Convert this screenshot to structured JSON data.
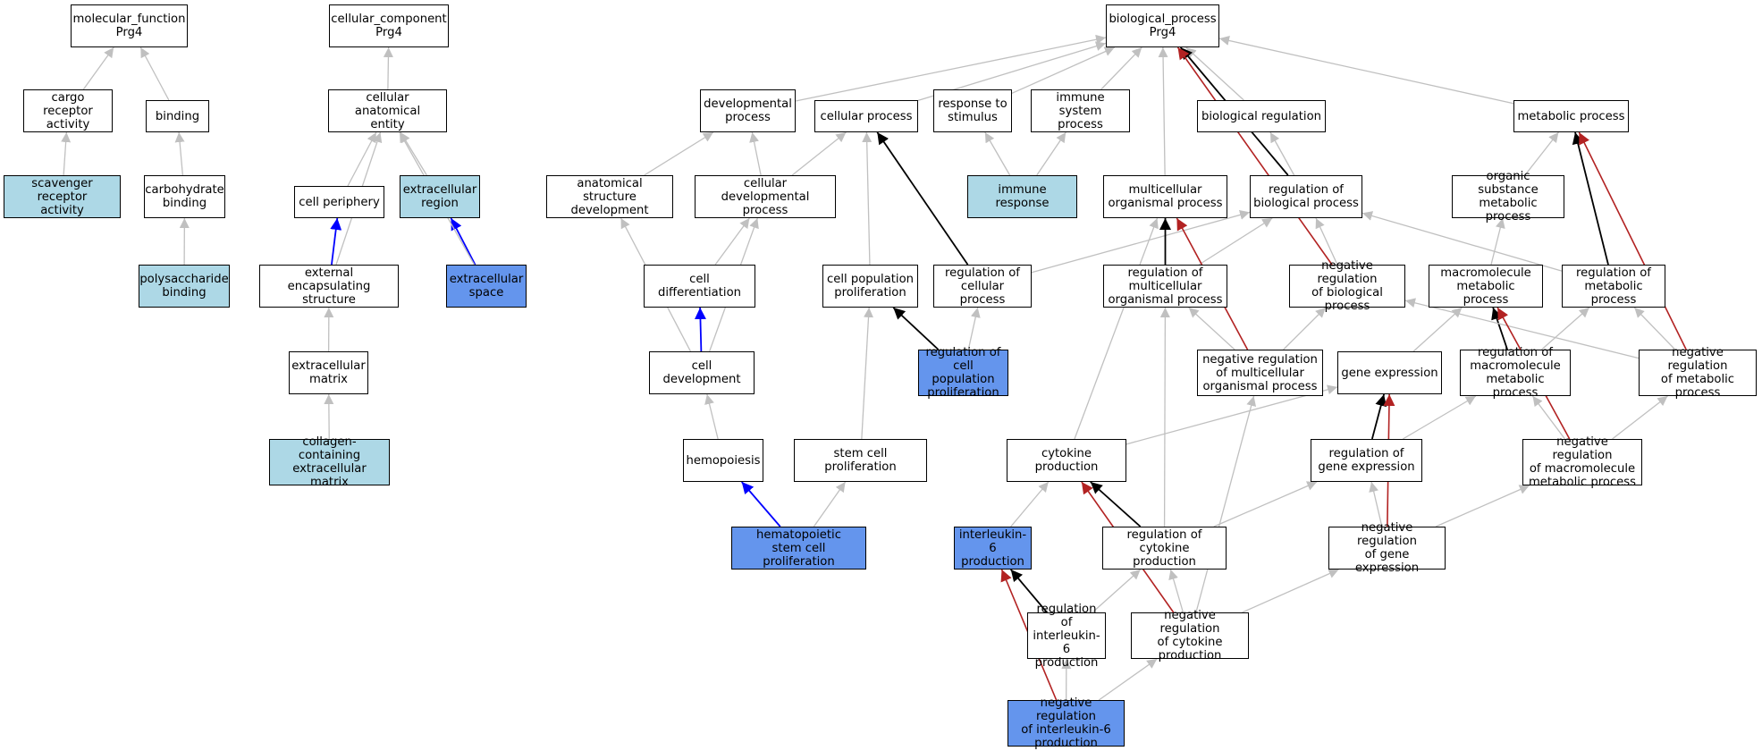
{
  "colors": {
    "fill_light": "#add8e6",
    "fill_highlight": "#6495ed",
    "fill_default": "#ffffff",
    "edge_is_a": "#c0c0c0",
    "edge_regulates": "#000000",
    "edge_negatively_regulates": "#b22222",
    "edge_part_of": "#0000ff"
  },
  "nodes": [
    {
      "id": "mf",
      "label": "molecular_function\nPrg4",
      "fill": "white"
    },
    {
      "id": "cargo",
      "label": "cargo receptor\nactivity",
      "fill": "white"
    },
    {
      "id": "binding",
      "label": "binding",
      "fill": "white"
    },
    {
      "id": "scav",
      "label": "scavenger receptor\nactivity",
      "fill": "light"
    },
    {
      "id": "carb",
      "label": "carbohydrate\nbinding",
      "fill": "white"
    },
    {
      "id": "polysac",
      "label": "polysaccharide\nbinding",
      "fill": "light"
    },
    {
      "id": "cc",
      "label": "cellular_component\nPrg4",
      "fill": "white"
    },
    {
      "id": "cae",
      "label": "cellular anatomical\nentity",
      "fill": "white"
    },
    {
      "id": "cperiph",
      "label": "cell periphery",
      "fill": "white"
    },
    {
      "id": "exreg",
      "label": "extracellular\nregion",
      "fill": "light"
    },
    {
      "id": "extenc",
      "label": "external encapsulating\nstructure",
      "fill": "white"
    },
    {
      "id": "exspace",
      "label": "extracellular\nspace",
      "fill": "blue"
    },
    {
      "id": "ecm",
      "label": "extracellular\nmatrix",
      "fill": "white"
    },
    {
      "id": "colecm",
      "label": "collagen-containing\nextracellular\nmatrix",
      "fill": "light"
    },
    {
      "id": "bp",
      "label": "biological_process\nPrg4",
      "fill": "white"
    },
    {
      "id": "devproc",
      "label": "developmental\nprocess",
      "fill": "white"
    },
    {
      "id": "cellproc",
      "label": "cellular process",
      "fill": "white"
    },
    {
      "id": "respstim",
      "label": "response to\nstimulus",
      "fill": "white"
    },
    {
      "id": "immsys",
      "label": "immune system\nprocess",
      "fill": "white"
    },
    {
      "id": "bioreg",
      "label": "biological regulation",
      "fill": "white"
    },
    {
      "id": "metproc",
      "label": "metabolic process",
      "fill": "white"
    },
    {
      "id": "anatdev",
      "label": "anatomical structure\ndevelopment",
      "fill": "white"
    },
    {
      "id": "celldevproc",
      "label": "cellular developmental\nprocess",
      "fill": "white"
    },
    {
      "id": "immresp",
      "label": "immune response",
      "fill": "light"
    },
    {
      "id": "multiorg",
      "label": "multicellular\norganismal process",
      "fill": "white"
    },
    {
      "id": "regbio",
      "label": "regulation of\nbiological process",
      "fill": "white"
    },
    {
      "id": "orgsub",
      "label": "organic substance\nmetabolic process",
      "fill": "white"
    },
    {
      "id": "celldiff",
      "label": "cell differentiation",
      "fill": "white"
    },
    {
      "id": "cellpopprol",
      "label": "cell population\nproliferation",
      "fill": "white"
    },
    {
      "id": "regcellproc",
      "label": "regulation of\ncellular process",
      "fill": "white"
    },
    {
      "id": "regmulti",
      "label": "regulation of\nmulticellular\norganismal process",
      "fill": "white"
    },
    {
      "id": "negregbio",
      "label": "negative regulation\nof biological\nprocess",
      "fill": "white"
    },
    {
      "id": "macromet",
      "label": "macromolecule\nmetabolic process",
      "fill": "white"
    },
    {
      "id": "regmet",
      "label": "regulation of\nmetabolic process",
      "fill": "white"
    },
    {
      "id": "celldev",
      "label": "cell development",
      "fill": "white"
    },
    {
      "id": "regcellpop",
      "label": "regulation of\ncell population\nproliferation",
      "fill": "blue"
    },
    {
      "id": "negregmulti",
      "label": "negative regulation\nof multicellular\norganismal process",
      "fill": "white"
    },
    {
      "id": "geneexp",
      "label": "gene expression",
      "fill": "white"
    },
    {
      "id": "regmacro",
      "label": "regulation of\nmacromolecule\nmetabolic process",
      "fill": "white"
    },
    {
      "id": "negregmet",
      "label": "negative regulation\nof metabolic\nprocess",
      "fill": "white"
    },
    {
      "id": "hemopoiesis",
      "label": "hemopoiesis",
      "fill": "white"
    },
    {
      "id": "stemprol",
      "label": "stem cell proliferation",
      "fill": "white"
    },
    {
      "id": "cytoprod",
      "label": "cytokine production",
      "fill": "white"
    },
    {
      "id": "reggene",
      "label": "regulation of\ngene expression",
      "fill": "white"
    },
    {
      "id": "negregmacro",
      "label": "negative regulation\nof macromolecule\nmetabolic process",
      "fill": "white"
    },
    {
      "id": "hemstem",
      "label": "hematopoietic\nstem cell proliferation",
      "fill": "blue"
    },
    {
      "id": "il6prod",
      "label": "interleukin-6\nproduction",
      "fill": "blue"
    },
    {
      "id": "regcyto",
      "label": "regulation of\ncytokine production",
      "fill": "white"
    },
    {
      "id": "negreggene",
      "label": "negative regulation\nof gene expression",
      "fill": "white"
    },
    {
      "id": "regil6",
      "label": "regulation of\ninterleukin-6\nproduction",
      "fill": "white"
    },
    {
      "id": "negregcyto",
      "label": "negative regulation\nof cytokine\nproduction",
      "fill": "white"
    },
    {
      "id": "negregil6",
      "label": "negative regulation\nof interleukin-6\nproduction",
      "fill": "blue"
    }
  ],
  "edges": [
    {
      "from": "cargo",
      "to": "mf",
      "type": "is_a"
    },
    {
      "from": "binding",
      "to": "mf",
      "type": "is_a"
    },
    {
      "from": "scav",
      "to": "cargo",
      "type": "is_a"
    },
    {
      "from": "carb",
      "to": "binding",
      "type": "is_a"
    },
    {
      "from": "polysac",
      "to": "carb",
      "type": "is_a"
    },
    {
      "from": "cae",
      "to": "cc",
      "type": "is_a"
    },
    {
      "from": "cperiph",
      "to": "cae",
      "type": "is_a"
    },
    {
      "from": "exreg",
      "to": "cae",
      "type": "is_a"
    },
    {
      "from": "extenc",
      "to": "cae",
      "type": "is_a"
    },
    {
      "from": "extenc",
      "to": "cperiph",
      "type": "part_of"
    },
    {
      "from": "exspace",
      "to": "exreg",
      "type": "part_of"
    },
    {
      "from": "exspace",
      "to": "cae",
      "type": "is_a"
    },
    {
      "from": "ecm",
      "to": "extenc",
      "type": "is_a"
    },
    {
      "from": "colecm",
      "to": "ecm",
      "type": "is_a"
    },
    {
      "from": "devproc",
      "to": "bp",
      "type": "is_a"
    },
    {
      "from": "cellproc",
      "to": "bp",
      "type": "is_a"
    },
    {
      "from": "respstim",
      "to": "bp",
      "type": "is_a"
    },
    {
      "from": "immsys",
      "to": "bp",
      "type": "is_a"
    },
    {
      "from": "bioreg",
      "to": "bp",
      "type": "is_a"
    },
    {
      "from": "metproc",
      "to": "bp",
      "type": "is_a"
    },
    {
      "from": "multiorg",
      "to": "bp",
      "type": "is_a"
    },
    {
      "from": "regbio",
      "to": "bp",
      "type": "regulates"
    },
    {
      "from": "negregbio",
      "to": "bp",
      "type": "negatively_regulates"
    },
    {
      "from": "anatdev",
      "to": "devproc",
      "type": "is_a"
    },
    {
      "from": "celldevproc",
      "to": "devproc",
      "type": "is_a"
    },
    {
      "from": "celldevproc",
      "to": "cellproc",
      "type": "is_a"
    },
    {
      "from": "immresp",
      "to": "respstim",
      "type": "is_a"
    },
    {
      "from": "immresp",
      "to": "immsys",
      "type": "is_a"
    },
    {
      "from": "regbio",
      "to": "bioreg",
      "type": "is_a"
    },
    {
      "from": "orgsub",
      "to": "metproc",
      "type": "is_a"
    },
    {
      "from": "regmet",
      "to": "metproc",
      "type": "regulates"
    },
    {
      "from": "negregmet",
      "to": "metproc",
      "type": "negatively_regulates"
    },
    {
      "from": "celldiff",
      "to": "celldevproc",
      "type": "is_a"
    },
    {
      "from": "cellpopprol",
      "to": "cellproc",
      "type": "is_a"
    },
    {
      "from": "regcellproc",
      "to": "cellproc",
      "type": "regulates"
    },
    {
      "from": "regcellproc",
      "to": "regbio",
      "type": "is_a"
    },
    {
      "from": "regmulti",
      "to": "multiorg",
      "type": "regulates"
    },
    {
      "from": "regmulti",
      "to": "regbio",
      "type": "is_a"
    },
    {
      "from": "negregbio",
      "to": "regbio",
      "type": "is_a"
    },
    {
      "from": "macromet",
      "to": "orgsub",
      "type": "is_a"
    },
    {
      "from": "regmet",
      "to": "regbio",
      "type": "is_a"
    },
    {
      "from": "celldev",
      "to": "celldiff",
      "type": "part_of"
    },
    {
      "from": "celldev",
      "to": "anatdev",
      "type": "is_a"
    },
    {
      "from": "celldev",
      "to": "celldevproc",
      "type": "is_a"
    },
    {
      "from": "regcellpop",
      "to": "cellpopprol",
      "type": "regulates"
    },
    {
      "from": "regcellpop",
      "to": "regcellproc",
      "type": "is_a"
    },
    {
      "from": "negregmulti",
      "to": "regmulti",
      "type": "is_a"
    },
    {
      "from": "negregmulti",
      "to": "negregbio",
      "type": "is_a"
    },
    {
      "from": "negregmulti",
      "to": "multiorg",
      "type": "negatively_regulates"
    },
    {
      "from": "geneexp",
      "to": "macromet",
      "type": "is_a"
    },
    {
      "from": "regmacro",
      "to": "macromet",
      "type": "regulates"
    },
    {
      "from": "regmacro",
      "to": "regmet",
      "type": "is_a"
    },
    {
      "from": "negregmet",
      "to": "regmet",
      "type": "is_a"
    },
    {
      "from": "negregmet",
      "to": "negregbio",
      "type": "is_a"
    },
    {
      "from": "hemopoiesis",
      "to": "celldev",
      "type": "is_a"
    },
    {
      "from": "stemprol",
      "to": "cellpopprol",
      "type": "is_a"
    },
    {
      "from": "cytoprod",
      "to": "multiorg",
      "type": "is_a"
    },
    {
      "from": "cytoprod",
      "to": "geneexp",
      "type": "is_a"
    },
    {
      "from": "reggene",
      "to": "geneexp",
      "type": "regulates"
    },
    {
      "from": "reggene",
      "to": "regmacro",
      "type": "is_a"
    },
    {
      "from": "negregmacro",
      "to": "regmacro",
      "type": "is_a"
    },
    {
      "from": "negregmacro",
      "to": "negregmet",
      "type": "is_a"
    },
    {
      "from": "negregmacro",
      "to": "macromet",
      "type": "negatively_regulates"
    },
    {
      "from": "hemstem",
      "to": "hemopoiesis",
      "type": "part_of"
    },
    {
      "from": "hemstem",
      "to": "stemprol",
      "type": "is_a"
    },
    {
      "from": "il6prod",
      "to": "cytoprod",
      "type": "is_a"
    },
    {
      "from": "regcyto",
      "to": "cytoprod",
      "type": "regulates"
    },
    {
      "from": "regcyto",
      "to": "regmulti",
      "type": "is_a"
    },
    {
      "from": "regcyto",
      "to": "reggene",
      "type": "is_a"
    },
    {
      "from": "negreggene",
      "to": "reggene",
      "type": "is_a"
    },
    {
      "from": "negreggene",
      "to": "negregmacro",
      "type": "is_a"
    },
    {
      "from": "negreggene",
      "to": "geneexp",
      "type": "negatively_regulates"
    },
    {
      "from": "regil6",
      "to": "il6prod",
      "type": "regulates"
    },
    {
      "from": "regil6",
      "to": "regcyto",
      "type": "is_a"
    },
    {
      "from": "negregcyto",
      "to": "regcyto",
      "type": "is_a"
    },
    {
      "from": "negregcyto",
      "to": "negregmulti",
      "type": "is_a"
    },
    {
      "from": "negregcyto",
      "to": "negreggene",
      "type": "is_a"
    },
    {
      "from": "negregcyto",
      "to": "cytoprod",
      "type": "negatively_regulates"
    },
    {
      "from": "negregil6",
      "to": "regil6",
      "type": "is_a"
    },
    {
      "from": "negregil6",
      "to": "negregcyto",
      "type": "is_a"
    },
    {
      "from": "negregil6",
      "to": "il6prod",
      "type": "negatively_regulates"
    }
  ]
}
